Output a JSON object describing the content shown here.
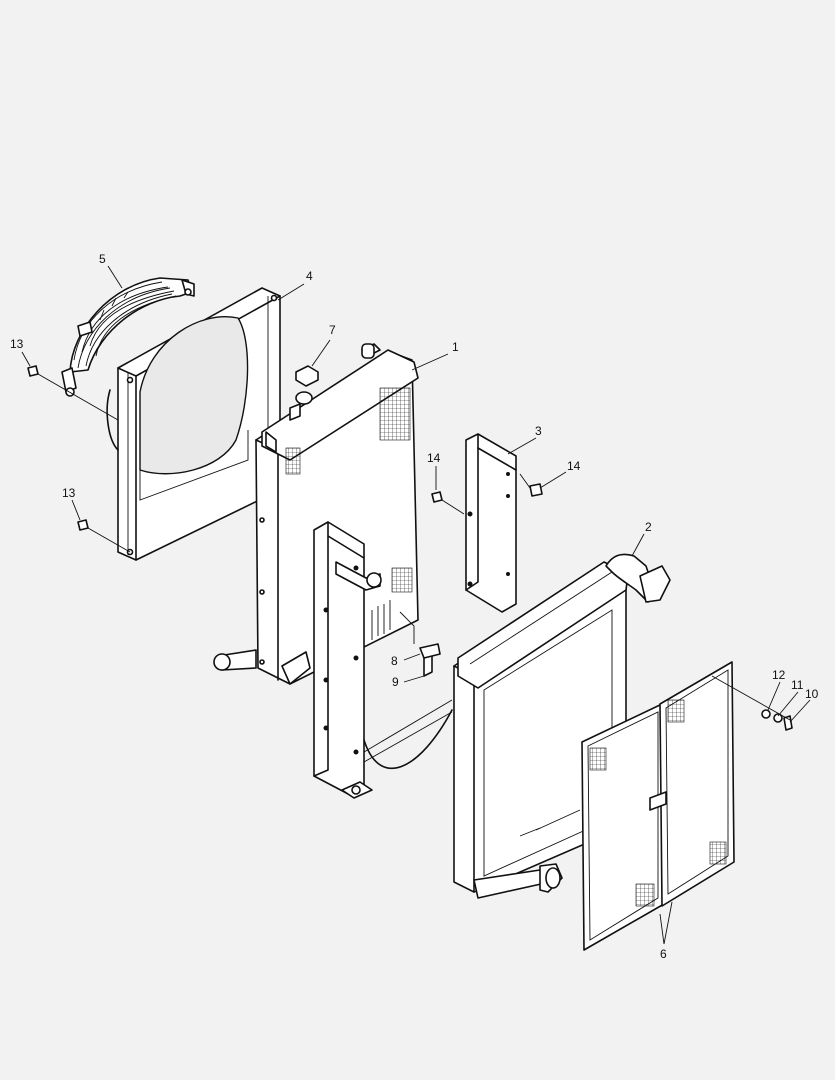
{
  "diagram": {
    "callouts": [
      {
        "id": "c1",
        "text": "1"
      },
      {
        "id": "c2",
        "text": "2"
      },
      {
        "id": "c3",
        "text": "3"
      },
      {
        "id": "c4",
        "text": "4"
      },
      {
        "id": "c5",
        "text": "5"
      },
      {
        "id": "c6",
        "text": "6"
      },
      {
        "id": "c7",
        "text": "7"
      },
      {
        "id": "c8",
        "text": "8"
      },
      {
        "id": "c9",
        "text": "9"
      },
      {
        "id": "c10",
        "text": "10"
      },
      {
        "id": "c11",
        "text": "11"
      },
      {
        "id": "c12",
        "text": "12"
      },
      {
        "id": "c13a",
        "text": "13"
      },
      {
        "id": "c13b",
        "text": "13"
      },
      {
        "id": "c14a",
        "text": "14"
      },
      {
        "id": "c14b",
        "text": "14"
      }
    ]
  }
}
